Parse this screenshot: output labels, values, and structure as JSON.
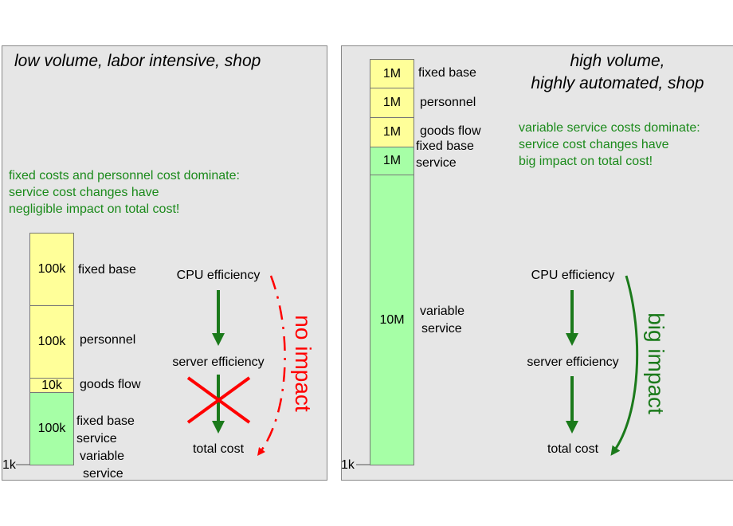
{
  "left": {
    "title": "low volume, labor intensive, shop",
    "note": [
      "fixed costs and personnel cost dominate:",
      "service cost changes have",
      "negligible impact on total cost!"
    ],
    "bar_values": [
      "100k",
      "100k",
      "10k",
      "100k"
    ],
    "bar_labels": [
      "fixed base",
      "personnel",
      "goods flow",
      "fixed base",
      "service",
      "variable",
      "service"
    ],
    "base_label": "1k",
    "flow": [
      "CPU efficiency",
      "server efficiency",
      "total cost"
    ],
    "impact_label": "no impact"
  },
  "right": {
    "title": [
      "high volume,",
      "highly automated, shop"
    ],
    "note": [
      "variable service costs dominate:",
      "service cost changes have",
      "big impact on total cost!"
    ],
    "bar_values": [
      "1M",
      "1M",
      "1M",
      "1M",
      "10M"
    ],
    "bar_labels": [
      "fixed base",
      "personnel",
      "goods flow",
      "fixed base",
      "service",
      "variable",
      "service"
    ],
    "base_label": "1k",
    "flow": [
      "CPU efficiency",
      "server efficiency",
      "total cost"
    ],
    "impact_label": "big impact"
  },
  "colors": {
    "panel_bg": "#e6e6e6",
    "bar_yellow": "#ffff99",
    "bar_green": "#a6ffa6",
    "note_green": "#1b8a1b",
    "arrow_green": "#1b7a1b",
    "no_impact_red": "#ff0000"
  }
}
